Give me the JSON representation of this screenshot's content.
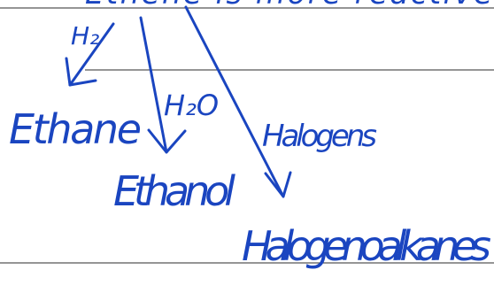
{
  "colors": {
    "ink": "#1a45c0",
    "rule_line": "#2b2b2b",
    "background": "#ffffff"
  },
  "diagram": {
    "top_text_fragment": "Ethene is more reactive",
    "arrows": [
      {
        "label": "H₂",
        "product": "Ethane"
      },
      {
        "label": "H₂O",
        "product": "Ethanol"
      },
      {
        "label": "Halogens",
        "product": "Halogenoalkanes"
      }
    ]
  }
}
